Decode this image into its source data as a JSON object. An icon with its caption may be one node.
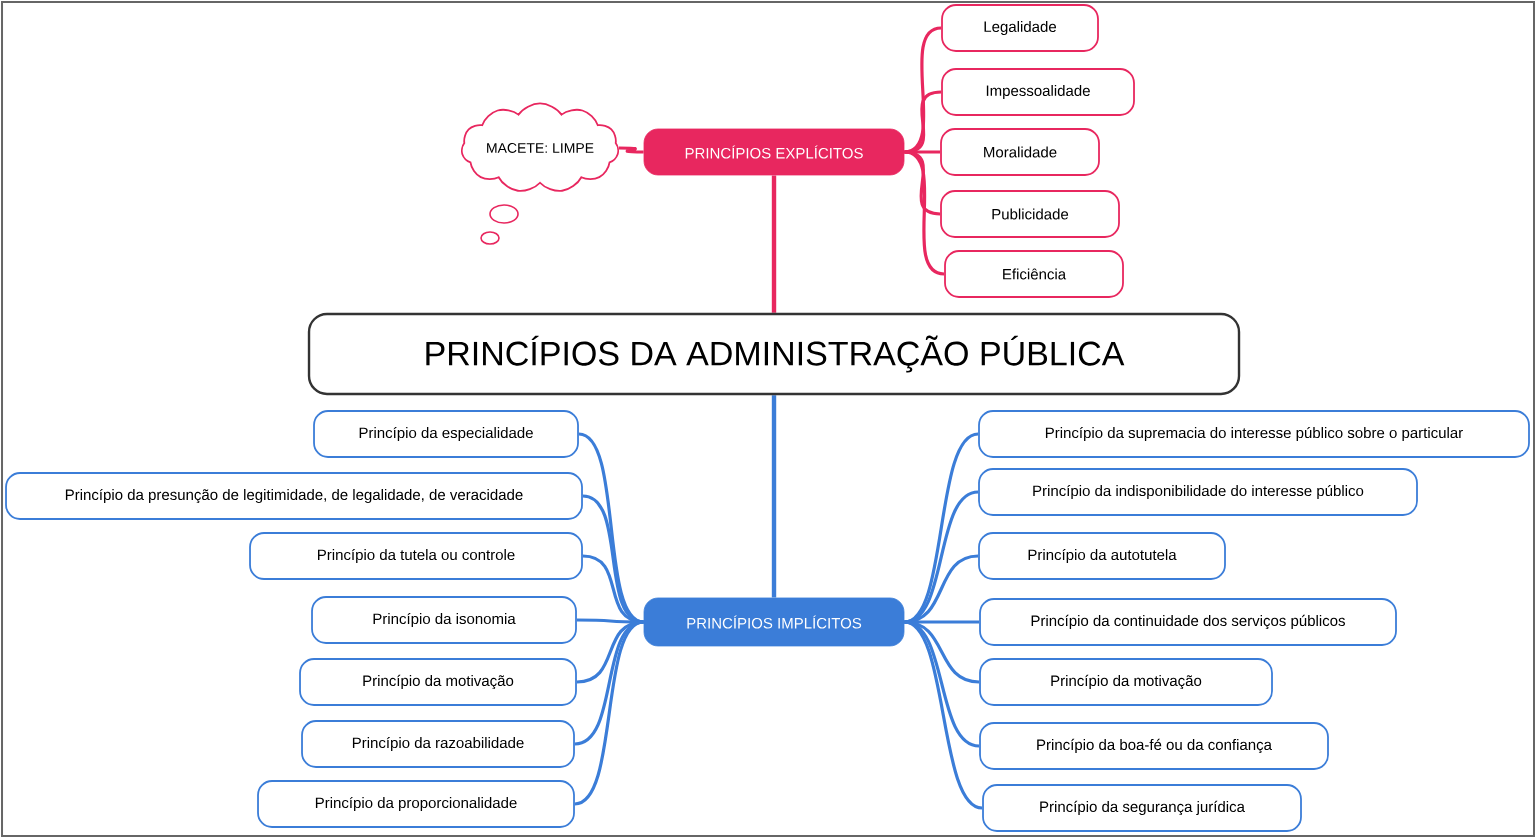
{
  "diagram": {
    "nodes": [
      {
        "text": [
          "PRINCÍPIOS DA ADMINISTRAÇÃO PÚBLICA"
        ]
      },
      {
        "text": [
          "PRINCÍPIOS EXPLÍCITOS"
        ]
      },
      {
        "text": [
          "MACETE: LIMPE"
        ]
      },
      {
        "text": [
          "Legalidade"
        ]
      },
      {
        "text": [
          "Impessoalidade"
        ]
      },
      {
        "text": [
          "Moralidade"
        ]
      },
      {
        "text": [
          "Publicidade"
        ]
      },
      {
        "text": [
          "Eficiência"
        ]
      },
      {
        "text": [
          "PRINCÍPIOS IMPLÍCITOS"
        ]
      },
      {
        "text": [
          "Princípio da especialidade"
        ]
      },
      {
        "text": [
          "Princípio da presunção de legitimidade, de legalidade, de veracidade"
        ]
      },
      {
        "text": [
          "Princípio da tutela ou controle"
        ]
      },
      {
        "text": [
          "Princípio da isonomia"
        ]
      },
      {
        "text": [
          "Princípio da motivação"
        ]
      },
      {
        "text": [
          "Princípio da razoabilidade"
        ]
      },
      {
        "text": [
          "Princípio da proporcionalidade"
        ]
      },
      {
        "text": [
          "Princípio da supremacia do interesse público sobre o particular"
        ]
      },
      {
        "text": [
          "Princípio da indisponibilidade do interesse público"
        ]
      },
      {
        "text": [
          "Princípio da autotutela"
        ]
      },
      {
        "text": [
          "Princípio da continuidade dos serviços públicos"
        ]
      },
      {
        "text": [
          "Princípio da motivação"
        ]
      },
      {
        "text": [
          "Princípio da boa-fé ou da confiança"
        ]
      },
      {
        "text": [
          "Princípio da segurança jurídica"
        ]
      }
    ],
    "edges": [
      {
        "from": 0,
        "to": 1,
        "arrow": "none",
        "color": "#e8275f"
      },
      {
        "from": 1,
        "to": 2,
        "arrow": "none",
        "color": "#e8275f"
      },
      {
        "from": 1,
        "to": 3,
        "arrow": "none",
        "color": "#e8275f"
      },
      {
        "from": 1,
        "to": 4,
        "arrow": "none",
        "color": "#e8275f"
      },
      {
        "from": 1,
        "to": 5,
        "arrow": "none",
        "color": "#e8275f"
      },
      {
        "from": 1,
        "to": 6,
        "arrow": "none",
        "color": "#e8275f"
      },
      {
        "from": 1,
        "to": 7,
        "arrow": "none",
        "color": "#e8275f"
      },
      {
        "from": 0,
        "to": 8,
        "arrow": "none"
      },
      {
        "from": 8,
        "to": 9,
        "arrow": "none"
      },
      {
        "from": 8,
        "to": 10,
        "arrow": "none"
      },
      {
        "from": 8,
        "to": 11,
        "arrow": "none"
      },
      {
        "from": 8,
        "to": 12,
        "arrow": "none"
      },
      {
        "from": 8,
        "to": 13,
        "arrow": "none"
      },
      {
        "from": 8,
        "to": 14,
        "arrow": "none"
      },
      {
        "from": 8,
        "to": 15,
        "arrow": "none"
      },
      {
        "from": 8,
        "to": 16,
        "arrow": "none"
      },
      {
        "from": 8,
        "to": 17,
        "arrow": "none"
      },
      {
        "from": 8,
        "to": 18,
        "arrow": "none"
      },
      {
        "from": 8,
        "to": 19,
        "arrow": "none"
      },
      {
        "from": 8,
        "to": 20,
        "arrow": "none"
      },
      {
        "from": 8,
        "to": 21,
        "arrow": "none"
      },
      {
        "from": 8,
        "to": 22,
        "arrow": "none"
      }
    ]
  }
}
